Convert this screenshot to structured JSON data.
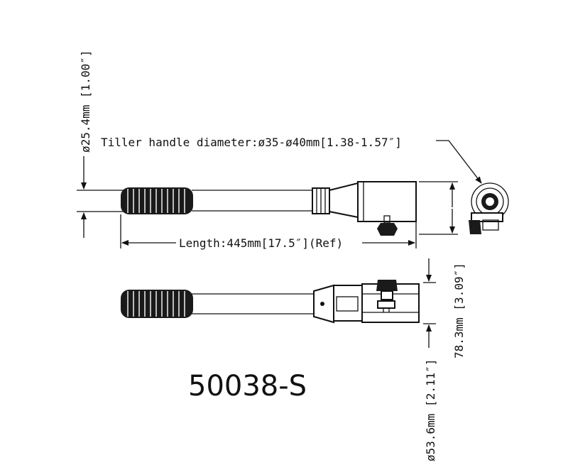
{
  "annotations": {
    "diameter_handle": "ø25.4mm [1.00″]",
    "tiller_diameter": "Tiller handle diameter:ø35-ø40mm[1.38-1.57″]",
    "length": "Length:445mm[17.5″](Ref)",
    "height": "78.3mm [3.09″]",
    "clamp_diameter": "ø53.6mm [2.11″]"
  },
  "part_number": "50038-S",
  "colors": {
    "line": "#111111",
    "grip": "#1a1a1a",
    "background": "#ffffff"
  }
}
